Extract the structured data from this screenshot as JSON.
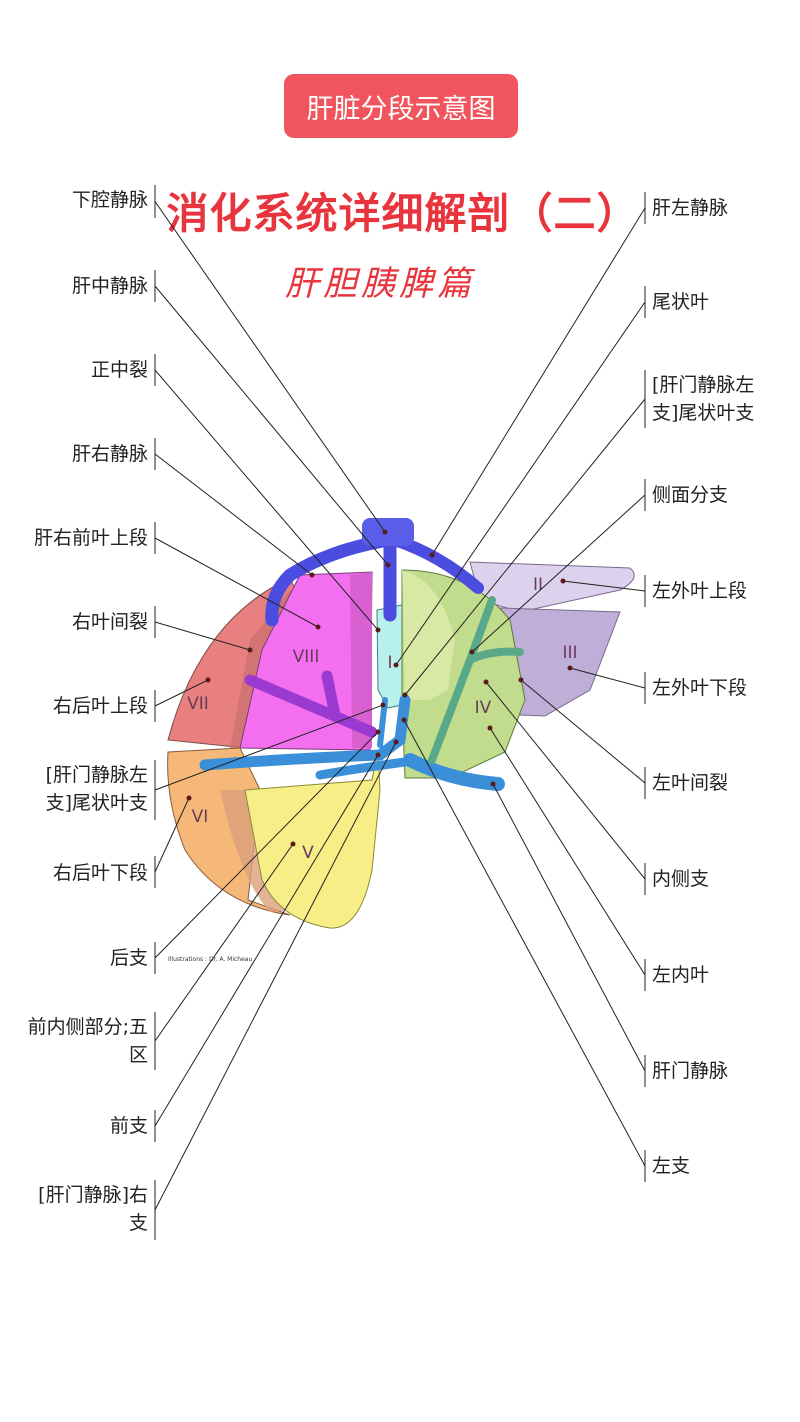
{
  "header": {
    "badge": "肝脏分段示意图",
    "title": "消化系统详细解剖（二）",
    "subtitle": "肝胆胰脾篇"
  },
  "left_labels": [
    {
      "text": "下腔静脉"
    },
    {
      "text": "肝中静脉"
    },
    {
      "text": "正中裂"
    },
    {
      "text": "肝右静脉"
    },
    {
      "text": "肝右前叶上段"
    },
    {
      "text": "右叶间裂"
    },
    {
      "text": "右后叶上段"
    },
    {
      "line1": "[肝门静脉左",
      "line2": "支]尾状叶支"
    },
    {
      "text": "右后叶下段"
    },
    {
      "text": "后支"
    },
    {
      "line1": "前内侧部分;五",
      "line2": "区"
    },
    {
      "text": "前支"
    },
    {
      "line1": "[肝门静脉]右",
      "line2": "支"
    }
  ],
  "right_labels": [
    {
      "text": "肝左静脉"
    },
    {
      "text": "尾状叶"
    },
    {
      "line1": "[肝门静脉左",
      "line2": "支]尾状叶支"
    },
    {
      "text": "侧面分支"
    },
    {
      "text": "左外叶上段"
    },
    {
      "text": "左外叶下段"
    },
    {
      "text": "左叶间裂"
    },
    {
      "text": "内侧支"
    },
    {
      "text": "左内叶"
    },
    {
      "text": "肝门静脉"
    },
    {
      "text": "左支"
    }
  ],
  "segments": {
    "s1": "I",
    "s2": "II",
    "s3": "III",
    "s4": "IV",
    "s5": "V",
    "s6": "VI",
    "s7": "VII",
    "s8": "VIII"
  },
  "credit": "Illustrations : Dr. A. Micheau",
  "colors": {
    "accent": "#e8343c",
    "hepatic_veins": "#4a4de0",
    "portal_vein": "#3a8fd8",
    "seg8": "#f46ff0",
    "seg7": "#e98080",
    "seg6": "#f5b878",
    "seg5": "#f8ee88",
    "seg4": "#c0dc8c",
    "seg23": "#c8b8e0",
    "seg1": "#b8f0ec"
  }
}
